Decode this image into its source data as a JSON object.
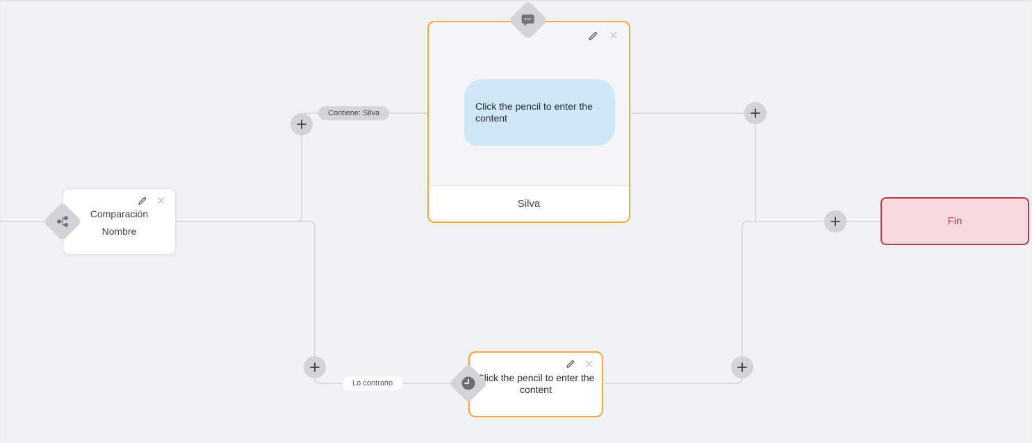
{
  "flow": {
    "condition_node": {
      "title_line1": "Comparación",
      "title_line2": "Nombre"
    },
    "message_node": {
      "body": "Click the pencil to enter the content",
      "footer": "Silva"
    },
    "delay_node": {
      "body": "Click the pencil to enter the content"
    },
    "end_node": {
      "label": "Fin"
    },
    "edge_labels": {
      "match": "Contiene: Silva",
      "otherwise": "Lo contrario"
    },
    "controls": {
      "add": "+",
      "close": "×"
    },
    "icons": {
      "condition": "branch-icon",
      "message": "message-bubble-icon",
      "delay": "clock-icon",
      "edit": "pencil-icon",
      "delete": "close-icon",
      "add": "plus-icon"
    },
    "colors": {
      "canvas_bg": "#F1F2F4",
      "connector_line": "#DBDBDF",
      "accent_orange": "#F3A540",
      "bubble_blue": "#CFE8F7",
      "end_bg": "#F8D9DE",
      "end_border": "#C23551",
      "pill_gray": "#D5D6DA"
    }
  }
}
